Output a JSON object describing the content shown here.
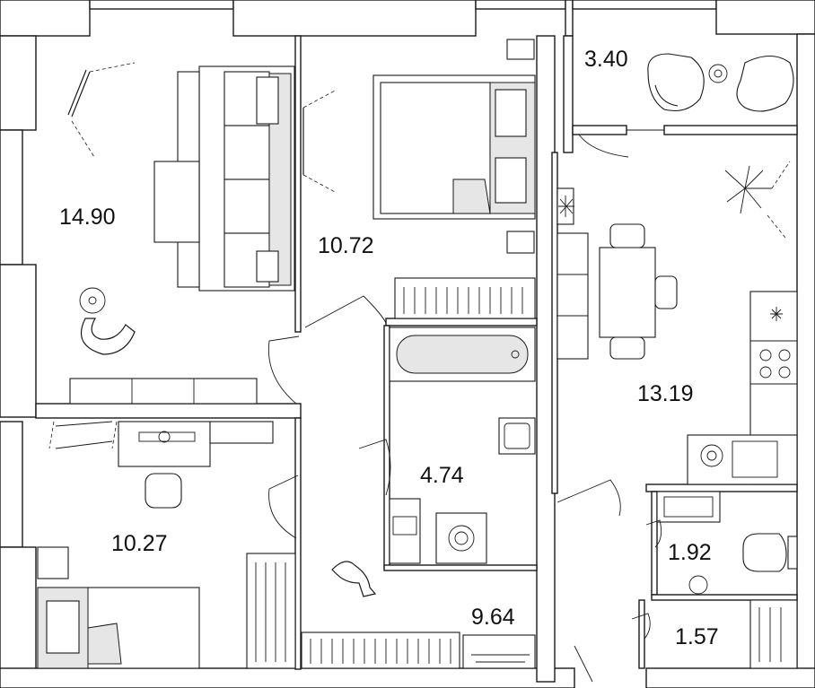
{
  "rooms": [
    {
      "id": "living-room",
      "area": "14.90"
    },
    {
      "id": "bedroom",
      "area": "10.72"
    },
    {
      "id": "balcony",
      "area": "3.40"
    },
    {
      "id": "kitchen",
      "area": "13.19"
    },
    {
      "id": "bathroom",
      "area": "4.74"
    },
    {
      "id": "kids-room",
      "area": "10.27"
    },
    {
      "id": "hallway",
      "area": "9.64"
    },
    {
      "id": "toilet",
      "area": "1.92"
    },
    {
      "id": "storage",
      "area": "1.57"
    }
  ],
  "colors": {
    "wall": "#1a1a1a",
    "fill": "#e6e6e6",
    "background": "#ffffff"
  }
}
